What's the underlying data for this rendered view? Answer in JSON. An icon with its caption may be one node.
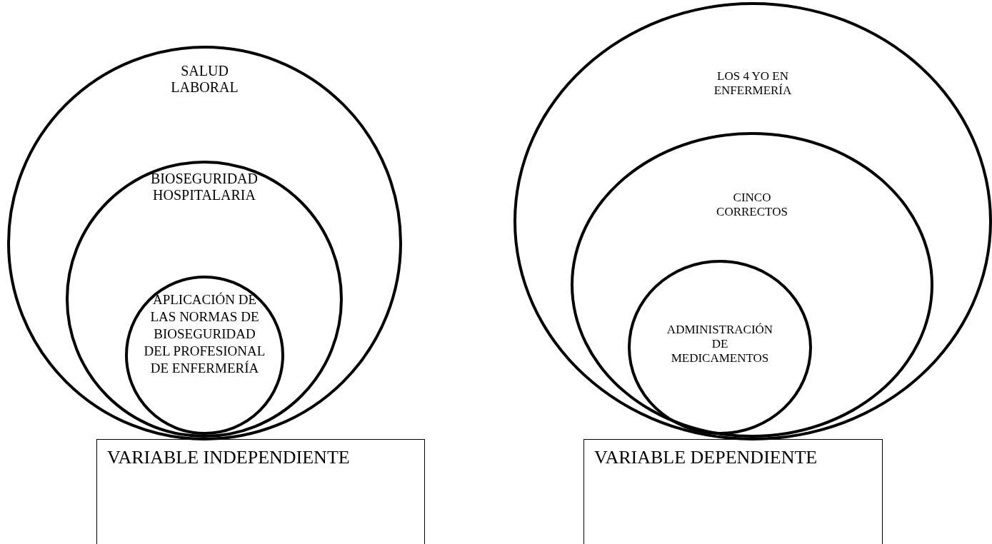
{
  "diagram": {
    "nodes": [
      {
        "text": [
          "SALUD LABORAL"
        ]
      },
      {
        "text": [
          "BIOSEGURIDAD HOSPITALARIA"
        ],
        "in": 0
      },
      {
        "text": [
          "APLICACIÓN DE LAS NORMAS DE BIOSEGURIDAD DEL PROFESIONAL DE ENFERMERÍA"
        ],
        "in": 1
      },
      {
        "text": [
          "VARIABLE INDEPENDIENTE"
        ]
      },
      {
        "text": [
          "LOS 4 YO EN ENFERMERÍA"
        ]
      },
      {
        "text": [
          "CINCO CORRECTOS"
        ],
        "in": 4
      },
      {
        "text": [
          "ADMINISTRACIÓN DE MEDICAMENTOS"
        ],
        "in": 5
      },
      {
        "text": [
          "VARIABLE DEPENDIENTE"
        ]
      }
    ]
  }
}
